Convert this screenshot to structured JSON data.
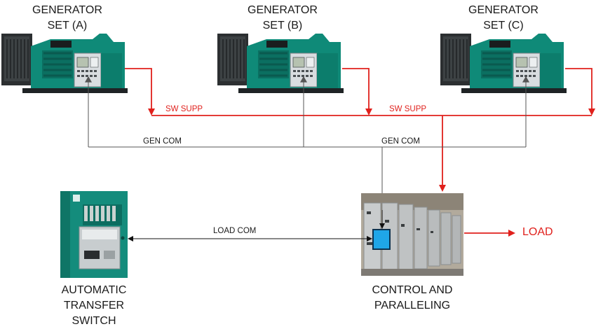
{
  "generators": [
    {
      "title_line1": "GENERATOR",
      "title_line2": "SET (A)"
    },
    {
      "title_line1": "GENERATOR",
      "title_line2": "SET (B)"
    },
    {
      "title_line1": "GENERATOR",
      "title_line2": "SET (C)"
    }
  ],
  "connections": {
    "sw_supp": "SW SUPP",
    "gen_com": "GEN COM",
    "load_com": "LOAD COM",
    "load": "LOAD"
  },
  "ats": {
    "line1": "AUTOMATIC",
    "line2": "TRANSFER",
    "line3": "SWITCH"
  },
  "control": {
    "line1": "CONTROL AND",
    "line2": "PARALLELING"
  },
  "colors": {
    "supply_line": "#e0201c",
    "comm_line": "#555555",
    "genset_green": "#0f8a78",
    "panel_blue": "#1fa6e8"
  }
}
